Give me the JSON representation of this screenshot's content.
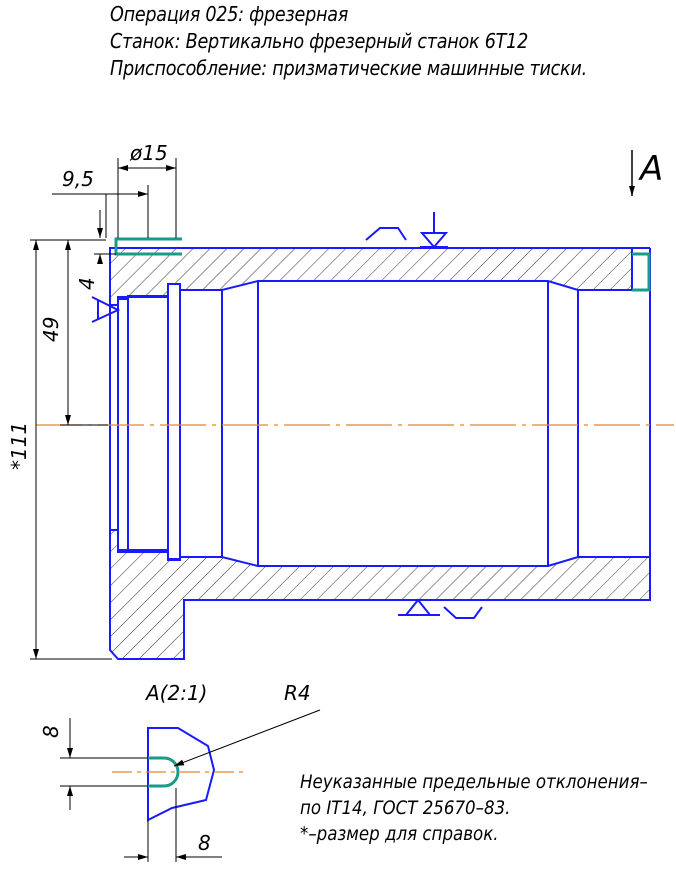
{
  "header": {
    "line1": "Операция 025: фрезерная",
    "line2": "Станок: Вертикально фрезерный станок 6Т12",
    "line3": "Приспособление: призматические машинные тиски."
  },
  "view_label": "А",
  "dimensions": {
    "d15": "ø15",
    "d9_5": "9,5",
    "d4": "4",
    "d49": "49",
    "d111": "*111"
  },
  "detail": {
    "title": "А(2:1)",
    "radius": "R4",
    "dim_vertical": "8",
    "dim_horizontal": "8"
  },
  "notes": {
    "line1": "Неуказанные предельные отклонения–",
    "line2": "по IT14, ГОСТ 25670–83.",
    "line3": "*–размер для справок."
  },
  "colors": {
    "outline": "#1a1aff",
    "hatch": "#000000",
    "centerline": "#e08a2a",
    "machined": "#1a9a8a",
    "dimension": "#000000"
  }
}
